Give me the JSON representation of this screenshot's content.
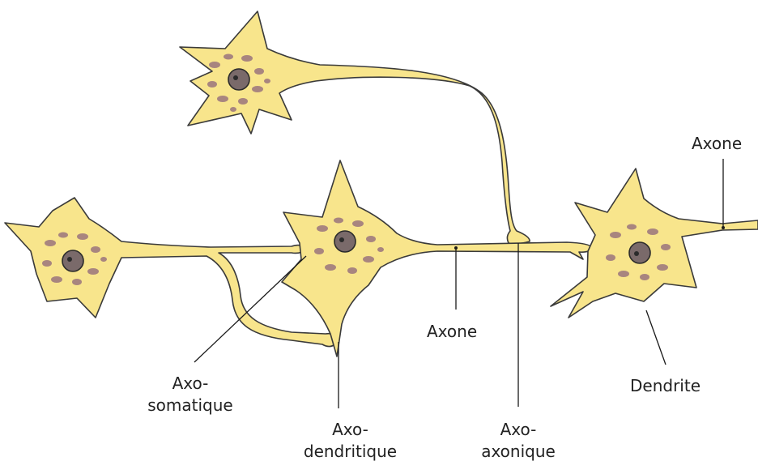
{
  "labels": {
    "axone_right": "Axone",
    "axone_mid": "Axone",
    "axo_somatique": {
      "line1": "Axo-",
      "line2": "somatique"
    },
    "axo_dendritique": {
      "line1": "Axo-",
      "line2": "dendritique"
    },
    "axo_axonique": {
      "line1": "Axo-",
      "line2": "axonique"
    },
    "dendrite": "Dendrite"
  },
  "colors": {
    "cell_fill": "#f8e58c",
    "outline": "#3a3a3a",
    "nissl": "#a8857f",
    "nucleus": "#7a6a6a"
  }
}
